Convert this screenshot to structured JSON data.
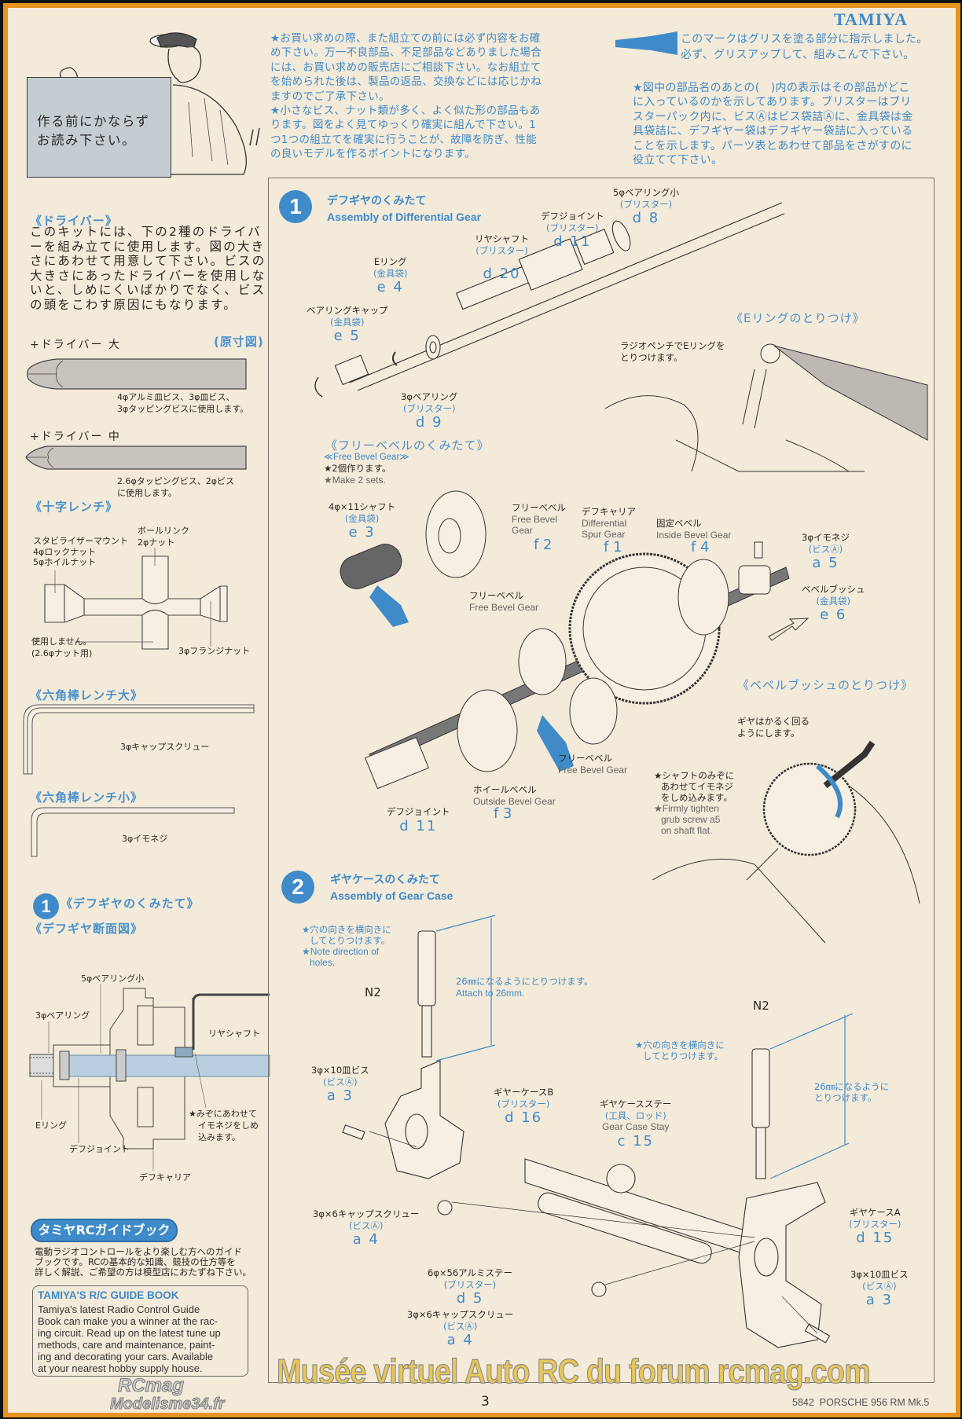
{
  "header": {
    "brand": "TAMIYA",
    "sign_lines": [
      "作る前にかならず",
      "お読み下さい。"
    ],
    "intro_lines": [
      "★お買い求めの際、また組立ての前には必ず内容をお確",
      "め下さい。万一不良部品、不足部品などありました場合",
      "には、お買い求めの販売店にご相談下さい。なお組立て",
      "を始められた後は、製品の返品、交換などには応じかね",
      "ますのでご了承下さい。",
      "★小さなビス、ナット類が多く、よく似た形の部品もあ",
      "ります。図をよく見てゆっくり確実に組んで下さい。1",
      "つ1つの組立てを確実に行うことが、故障を防ぎ、性能",
      "の良いモデルを作るポイントになります。"
    ],
    "grease_lines": [
      "このマークはグリスを塗る部分に指示しました。",
      "必ず、グリスアップして、組みこんで下さい。"
    ],
    "notes_lines": [
      "★図中の部品名のあとの(　)内の表示はその部品がどこ",
      "に入っているのかを示してあります。ブリスターはブリ",
      "スターパック内に、ビスⒶはビス袋詰Ⓐに、金具袋は金",
      "具袋詰に、デフギヤー袋はデフギヤー袋詰に入っている",
      "ことを示します。パーツ表とあわせて部品をさがすのに",
      "役立てて下さい。"
    ]
  },
  "sidebar": {
    "driver": {
      "heading": "《ドライバー》",
      "body_lines": [
        "このキットには、下の2種のドライバ",
        "ーを組み立てに使用します。図の大き",
        "さにあわせて用意して下さい。ビスの",
        "大きさにあったドライバーを使用しな",
        "いと、しめにくいばかりでなく、ビス",
        "の頭をこわす原因にもなります。"
      ],
      "large_label": "+ドライバー 大",
      "actual_size": "(原寸図)",
      "large_caption": [
        "4φアルミ皿ビス、3φ皿ビス、",
        "3φタッピングビスに使用します。"
      ],
      "medium_label": "+ドライバー 中",
      "medium_caption": [
        "2.6φタッピングビス、2φビス",
        "に使用します。"
      ]
    },
    "cross_wrench": {
      "heading": "《十字レンチ》",
      "ball_link": [
        "ボールリンク",
        "2φナット"
      ],
      "stabilizer": [
        "スタビライザーマウント",
        "4φロックナット",
        "5φホイルナット"
      ],
      "unused": [
        "使用しません。",
        "(2.6φナット用)"
      ],
      "flange": "3φフランジナット"
    },
    "hex_large": {
      "heading": "《六角棒レンチ大》",
      "use": "3φキャップスクリュー"
    },
    "hex_small": {
      "heading": "《六角棒レンチ小》",
      "use": "3φイモネジ"
    },
    "section_view": {
      "step": "1",
      "heading": "《デフギヤのくみたて》",
      "subheading": "《デフギヤ断面図》",
      "bearing5": "5φベアリング小",
      "bearing3": "3φベアリング",
      "rear_shaft": "リヤシャフト",
      "note": [
        "★みぞにあわせて",
        "イモネジをしめ",
        "込みます。"
      ],
      "e_ring": "Eリング",
      "joint": "デフジョイント",
      "carrier": "デフキャリア"
    },
    "guide": {
      "badge": "タミヤRCガイドブック",
      "jp_lines": [
        "電動ラジオコントロールをより楽しむ方へのガイド",
        "ブックです。RCの基本的な知識、競技の仕方等を",
        "詳しく解説、ご希望の方は模型店におたずね下さい。"
      ],
      "en_title": "TAMIYA'S R/C GUIDE BOOK",
      "en_lines": [
        "Tamiya's latest Radio Control Guide",
        "Book can make you a winner at the rac-",
        "ing circuit. Read up on the latest tune up",
        "methods, care and maintenance, paint-",
        "ing and decorating your cars. Available",
        "at your nearest hobby supply house."
      ]
    }
  },
  "step1": {
    "number": "1",
    "title_jp": "デフギヤのくみたて",
    "title_en": "Assembly of Differential Gear",
    "parts": {
      "bearing5": {
        "name": "5φベアリング小",
        "loc": "(ブリスター)",
        "code": "d 8"
      },
      "joint": {
        "name": "デフジョイント",
        "loc": "(ブリスター)",
        "code": "d 11"
      },
      "rear_shaft": {
        "name": "リヤシャフト",
        "loc": "(ブリスター)",
        "code": "d 20"
      },
      "e_ring": {
        "name": "Eリング",
        "loc": "(金具袋)",
        "code": "e 4"
      },
      "bearing_cap": {
        "name": "ベアリングキャップ",
        "loc": "(金具袋)",
        "code": "e 5"
      },
      "bearing3": {
        "name": "3φベアリング",
        "loc": "(ブリスター)",
        "code": "d 9"
      },
      "shaft4x11": {
        "name": "4φ×11シャフト",
        "loc": "(金具袋)",
        "code": "e 3"
      },
      "free_bevel_top": {
        "name": "フリーベベル",
        "en1": "Free Bevel",
        "en2": "Gear",
        "code": "f 2"
      },
      "carrier": {
        "name": "デフキャリア",
        "en1": "Differential",
        "en2": "Spur Gear",
        "code": "f 1"
      },
      "inside_bevel": {
        "name": "固定ベベル",
        "en1": "Inside Bevel Gear",
        "code": "f 4"
      },
      "grub_screw": {
        "name": "3φイモネジ",
        "loc": "(ビスⒶ)",
        "code": "a 5"
      },
      "bevel_bush": {
        "name": "ベベルブッシュ",
        "loc": "(金具袋)",
        "code": "e 6"
      },
      "free_bevel_mid": {
        "name": "フリーベベル",
        "en1": "Free Bevel Gear"
      },
      "free_bevel_low": {
        "name": "フリーベベル",
        "en1": "Free Bevel Gear"
      },
      "outside_bevel": {
        "name": "ホイールベベル",
        "en1": "Outside Bevel Gear",
        "code": "f 3"
      },
      "joint2": {
        "name": "デフジョイント",
        "code": "d 11"
      }
    },
    "e_ring_heading": "《Eリングのとりつけ》",
    "e_ring_note": [
      "ラジオペンチでEリングを",
      "とりつけます。"
    ],
    "free_bevel_heading": "《フリーベベルのくみたて》",
    "free_bevel_sub": "≪Free Bevel Gear≫",
    "free_bevel_note_jp": "★2個作ります。",
    "free_bevel_note_en": "★Make 2 sets.",
    "bush_heading": "《ベベルブッシュのとりつけ》",
    "bush_note1": [
      "ギヤはかるく回る",
      "ようにします。"
    ],
    "bush_note2": [
      "★シャフトのみぞに",
      "あわせてイモネジ",
      "をしめ込みます。",
      "★Firmly tighten",
      "grub screw a5",
      "on shaft flat."
    ]
  },
  "step2": {
    "number": "2",
    "title_jp": "ギヤケースのくみたて",
    "title_en": "Assembly of Gear Case",
    "hole_note_jp": [
      "★穴の向きを横向きに",
      "してとりつけます。"
    ],
    "hole_note_en": [
      "★Note direction of",
      "holes."
    ],
    "n2": "N2",
    "attach_jp": "26㎜になるようにとりつけます。",
    "attach_en": "Attach to 26mm.",
    "attach_right": [
      "26㎜になるように",
      "とりつけます。"
    ],
    "parts": {
      "screw_a3_left": {
        "name": "3φ×10皿ビス",
        "loc": "(ビスⒶ)",
        "code": "a 3"
      },
      "case_b": {
        "name": "ギヤーケースB",
        "loc": "(ブリスター)",
        "code": "d 16"
      },
      "stay": {
        "name": "ギヤケースステー",
        "loc": "(工具、ロッド)",
        "en": "Gear Case Stay",
        "code": "c 15"
      },
      "cap_a4_top": {
        "name": "3φ×6キャップスクリュー",
        "loc": "(ビスⒶ)",
        "code": "a 4"
      },
      "case_a": {
        "name": "ギヤケースA",
        "loc": "(ブリスター)",
        "code": "d 15"
      },
      "screw_a3_right": {
        "name": "3φ×10皿ビス",
        "loc": "(ビスⒶ)",
        "code": "a 3"
      },
      "alu_stay": {
        "name": "6φ×56アルミステー",
        "loc": "(ブリスター)",
        "code": "d 5"
      },
      "cap_a4_bottom": {
        "name": "3φ×6キャップスクリュー",
        "loc": "(ビスⒶ)",
        "code": "a 4"
      }
    }
  },
  "footer": {
    "page": "3",
    "code": "5842",
    "model": "PORSCHE 956 RM Mk.5",
    "watermark": "Musée virtuel Auto RC du forum rcmag.com",
    "logo1": "RCmag",
    "logo2": "Modelisme34.fr"
  },
  "colors": {
    "accent": "#3f8bc9",
    "paper": "#f3ead9",
    "border": "#e8931f"
  }
}
